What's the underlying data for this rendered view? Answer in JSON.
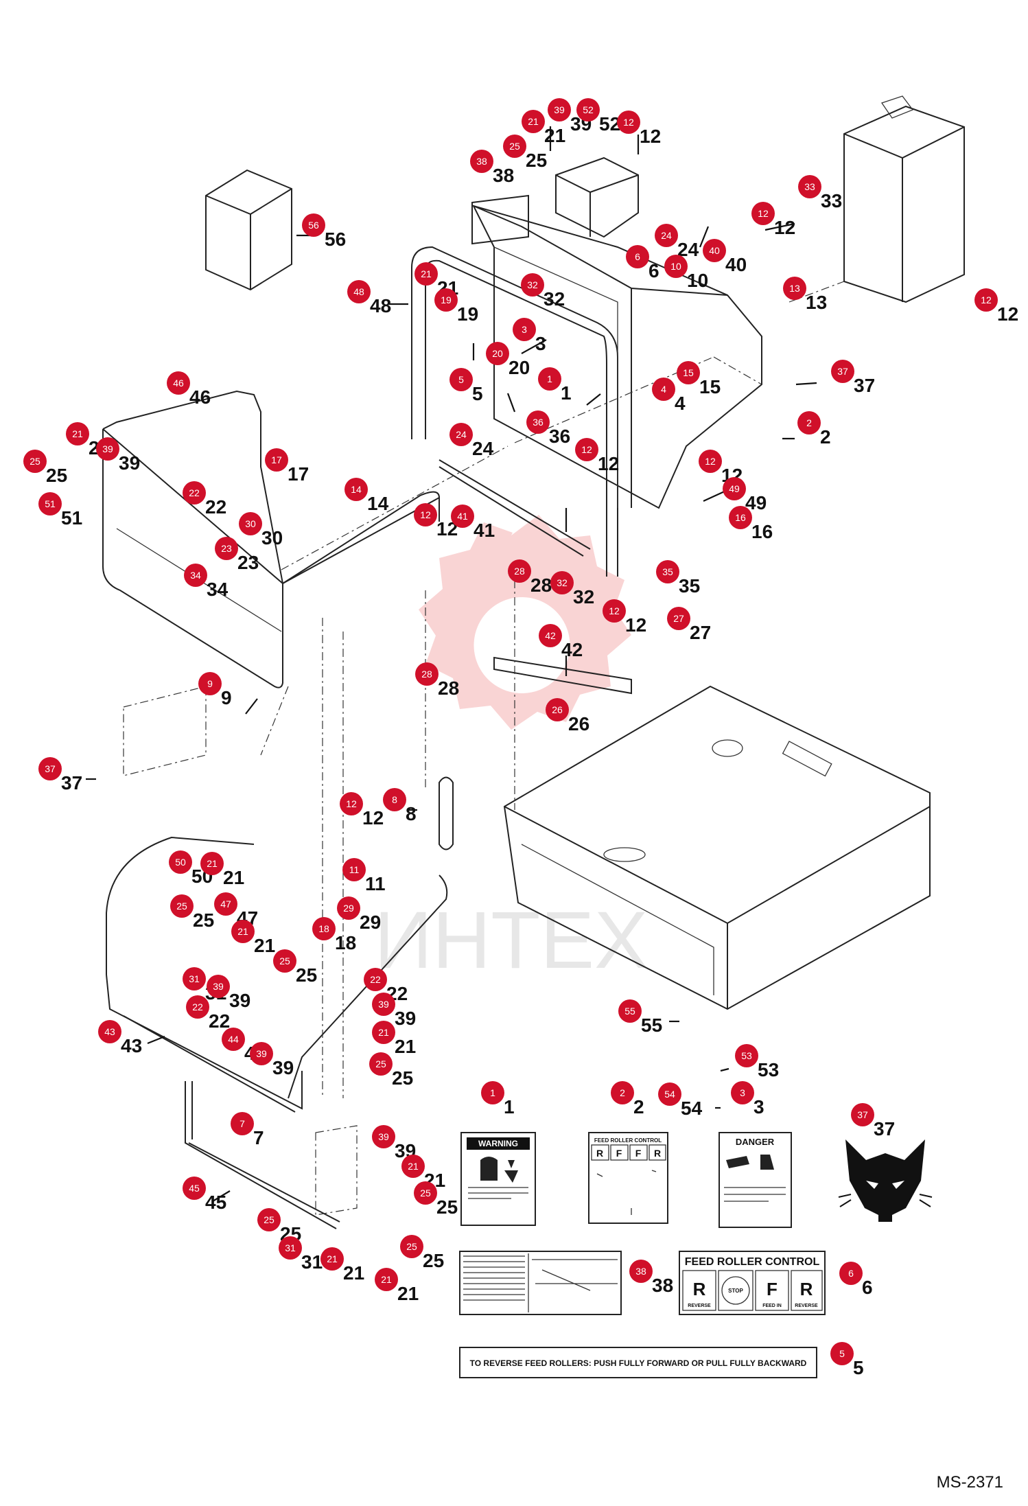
{
  "document_id": "MS-2371",
  "watermark_text": "ИНТЕХ",
  "callouts": [
    {
      "n": "1",
      "label": "1"
    },
    {
      "n": "2",
      "label": "2"
    },
    {
      "n": "3",
      "label": "3"
    },
    {
      "n": "4",
      "label": "4"
    },
    {
      "n": "5",
      "label": "5"
    },
    {
      "n": "6",
      "label": "6"
    },
    {
      "n": "7",
      "label": "7"
    },
    {
      "n": "8",
      "label": "8"
    },
    {
      "n": "9",
      "label": "9"
    },
    {
      "n": "10",
      "label": "10"
    },
    {
      "n": "11",
      "label": "11"
    },
    {
      "n": "12",
      "label": "12"
    },
    {
      "n": "13",
      "label": "13"
    },
    {
      "n": "14",
      "label": "14"
    },
    {
      "n": "15",
      "label": "15"
    },
    {
      "n": "16",
      "label": "16"
    },
    {
      "n": "17",
      "label": "17"
    },
    {
      "n": "18",
      "label": "18"
    },
    {
      "n": "19",
      "label": "19"
    },
    {
      "n": "20",
      "label": "20"
    },
    {
      "n": "21",
      "label": "21"
    },
    {
      "n": "22",
      "label": "22"
    },
    {
      "n": "23",
      "label": "23"
    },
    {
      "n": "24",
      "label": "24"
    },
    {
      "n": "25",
      "label": "25"
    },
    {
      "n": "26",
      "label": "26"
    },
    {
      "n": "27",
      "label": "27"
    },
    {
      "n": "28",
      "label": "28"
    },
    {
      "n": "29",
      "label": "29"
    },
    {
      "n": "30",
      "label": "30"
    },
    {
      "n": "31",
      "label": "31"
    },
    {
      "n": "32",
      "label": "32"
    },
    {
      "n": "33",
      "label": "33"
    },
    {
      "n": "34",
      "label": "34"
    },
    {
      "n": "35",
      "label": "35"
    },
    {
      "n": "36",
      "label": "36"
    },
    {
      "n": "37",
      "label": "37"
    },
    {
      "n": "38",
      "label": "38"
    },
    {
      "n": "39",
      "label": "39"
    },
    {
      "n": "40",
      "label": "40"
    },
    {
      "n": "41",
      "label": "41"
    },
    {
      "n": "42",
      "label": "42"
    },
    {
      "n": "43",
      "label": "43"
    },
    {
      "n": "44",
      "label": "44"
    },
    {
      "n": "45",
      "label": "45"
    },
    {
      "n": "46",
      "label": "46"
    },
    {
      "n": "47",
      "label": "47"
    },
    {
      "n": "48",
      "label": "48"
    },
    {
      "n": "49",
      "label": "49"
    },
    {
      "n": "50",
      "label": "50"
    },
    {
      "n": "51",
      "label": "51"
    },
    {
      "n": "52",
      "label": "52"
    },
    {
      "n": "53",
      "label": "53"
    },
    {
      "n": "54",
      "label": "54"
    },
    {
      "n": "55",
      "label": "55"
    },
    {
      "n": "56",
      "label": "56"
    }
  ],
  "decals": {
    "warning": {
      "header": "WARNING"
    },
    "feed_roller_small": {
      "header": "FEED ROLLER CONTROL",
      "keys": [
        "R",
        "F",
        "F",
        "R"
      ]
    },
    "danger": {
      "header": "DANGER"
    },
    "feed_roller_control": {
      "title": "FEED ROLLER CONTROL",
      "keys": [
        {
          "letter": "R",
          "caption": "REVERSE"
        },
        {
          "letter": "STOP",
          "caption": ""
        },
        {
          "letter": "F",
          "caption": "FEED IN"
        },
        {
          "letter": "R",
          "caption": "REVERSE"
        }
      ]
    },
    "reverse_strip": "TO REVERSE FEED ROLLERS: PUSH FULLY FORWARD OR PULL FULLY BACKWARD"
  }
}
